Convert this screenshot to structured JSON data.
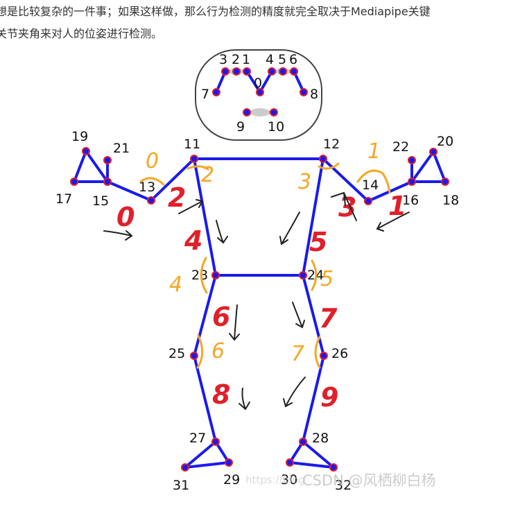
{
  "text": {
    "line1": "想是比较复杂的一件事；如果这样做，那么行为检测的精度就完全取决于Mediapipe关键",
    "line2": "关节夹角来对人的位姿进行检测。"
  },
  "colors": {
    "skeleton": "#1a1aee",
    "point_fill": "#1a1aee",
    "point_ring": "#e0202a",
    "red_annotation": "#e0202a",
    "orange_annotation": "#f5a623",
    "arrow": "#222222"
  },
  "landmark_labels": {
    "l0": "0",
    "l1": "1",
    "l2": "2",
    "l3": "3",
    "l4": "4",
    "l5": "5",
    "l6": "6",
    "l7": "7",
    "l8": "8",
    "l9": "9",
    "l10": "10",
    "l11": "11",
    "l12": "12",
    "l13": "13",
    "l14": "14",
    "l15": "15",
    "l16": "16",
    "l17": "17",
    "l18": "18",
    "l19": "19",
    "l20": "20",
    "l21": "21",
    "l22": "22",
    "l23": "23",
    "l24": "24",
    "l25": "25",
    "l26": "26",
    "l27": "27",
    "l28": "28",
    "l29": "29",
    "l30": "30",
    "l31": "31",
    "l32": "32"
  },
  "red_annotations": {
    "r0": "0",
    "r1": "1",
    "r2": "2",
    "r3": "3",
    "r4": "4",
    "r5": "5",
    "r6": "6",
    "r7": "7",
    "r8": "8",
    "r9": "9"
  },
  "orange_annotations": {
    "o0": "0",
    "o1": "1",
    "o2": "2",
    "o3": "3",
    "o4": "4",
    "o5": "5",
    "o6": "6",
    "o7": "7"
  },
  "watermark": {
    "main": "CSDN @风栖柳白杨",
    "faint": "https://blog"
  }
}
